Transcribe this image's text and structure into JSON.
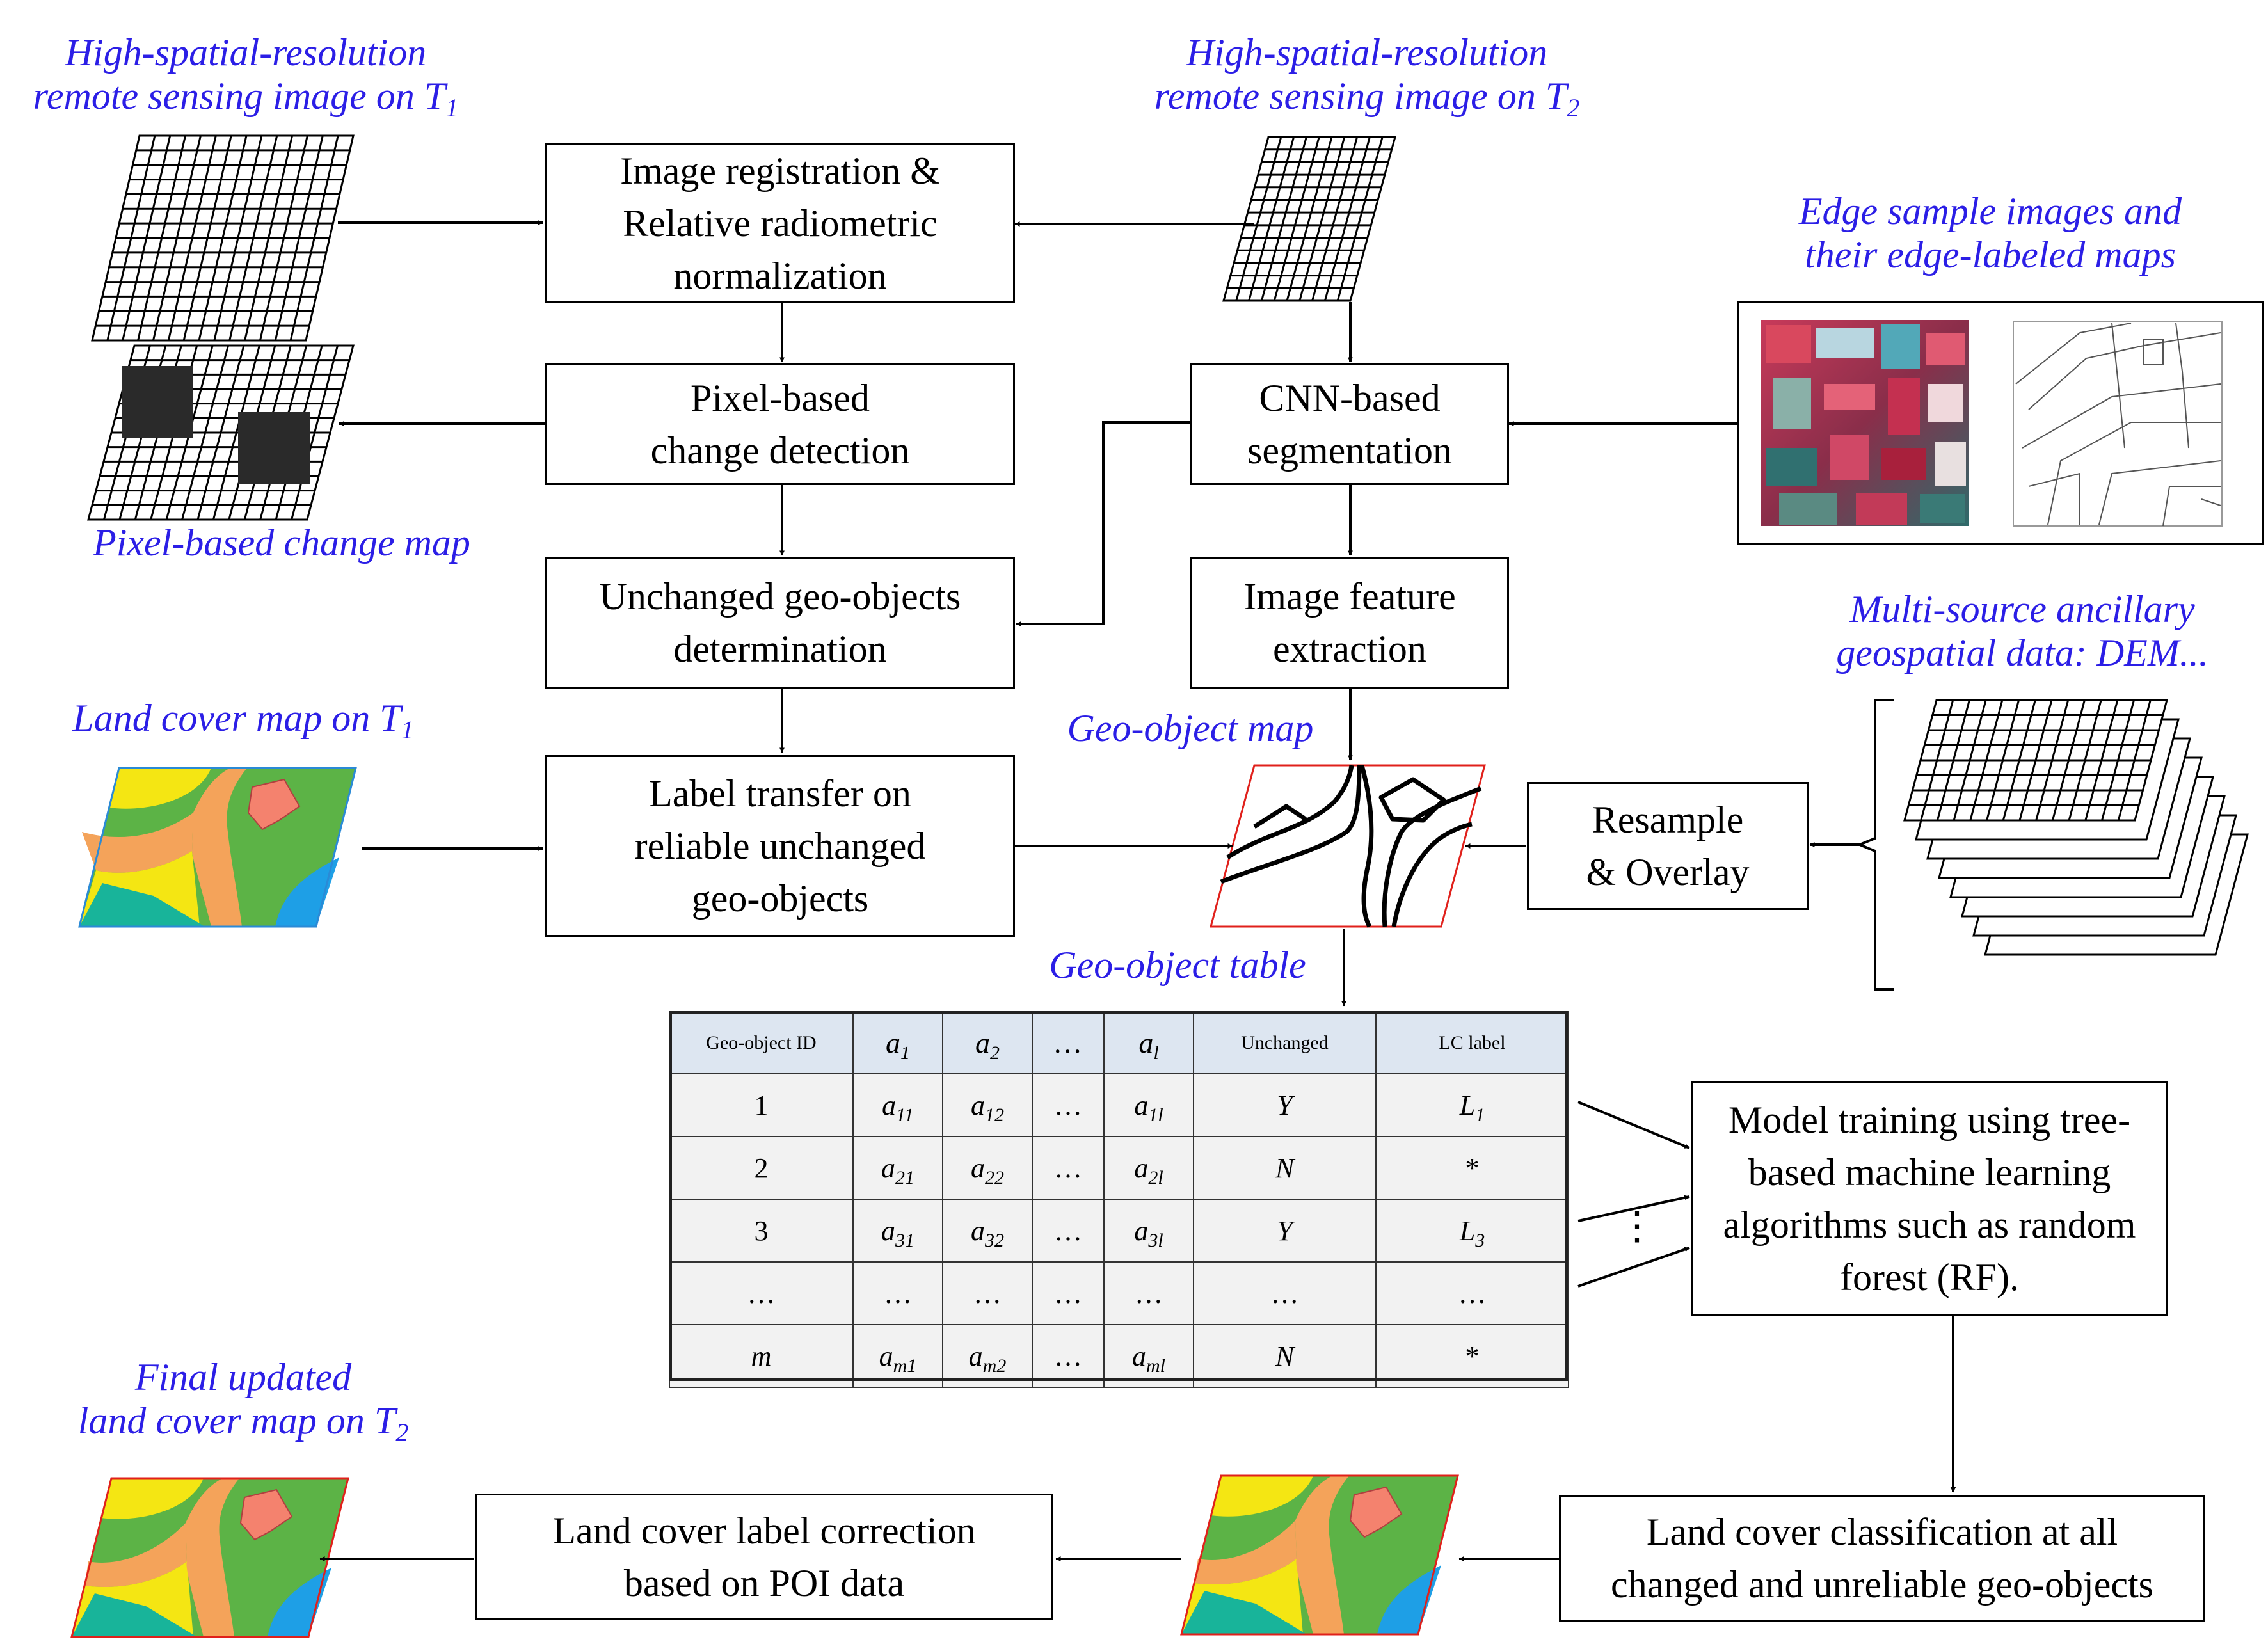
{
  "labels": {
    "t1_image": {
      "line1": "High-spatial-resolution",
      "line2": "remote sensing image on T",
      "sub": "1"
    },
    "t2_image": {
      "line1": "High-spatial-resolution",
      "line2": "remote sensing image on T",
      "sub": "2"
    },
    "edge_samples": {
      "line1": "Edge sample images and",
      "line2": "their edge-labeled maps"
    },
    "pixel_change_map": "Pixel-based change map",
    "land_cover_t1": {
      "text": "Land cover map on T",
      "sub": "1"
    },
    "geo_object_map": "Geo-object map",
    "ancillary": {
      "line1": "Multi-source ancillary",
      "line2": "geospatial data: DEM..."
    },
    "geo_object_table": "Geo-object table",
    "final_map": {
      "line1": "Final updated",
      "line2": "land cover map on T",
      "sub": "2"
    }
  },
  "boxes": {
    "registration": "Image registration &\nRelative radiometric\nnormalization",
    "pixel_detection": "Pixel-based\nchange detection",
    "cnn_segmentation": "CNN-based\nsegmentation",
    "unchanged_determination": "Unchanged geo-objects\ndetermination",
    "feature_extraction": "Image feature\nextraction",
    "label_transfer": "Label transfer on\nreliable unchanged\ngeo-objects",
    "resample": "Resample\n& Overlay",
    "model_training": "Model training using tree-\nbased machine learning\nalgorithms such as random\nforest (RF).",
    "lc_classification": "Land cover classification at all\nchanged and unreliable geo-objects",
    "label_correction": "Land cover label correction\nbased on POI data"
  },
  "table": {
    "headers": {
      "id": "Geo-object ID",
      "a1": "a",
      "a1_sub": "1",
      "a2": "a",
      "a2_sub": "2",
      "dots": "…",
      "al": "a",
      "al_sub": "l",
      "unchanged": "Unchanged",
      "lc": "LC label"
    },
    "rows": [
      {
        "id": "1",
        "a1": "a",
        "a1_sub": "11",
        "a2": "a",
        "a2_sub": "12",
        "dots": "…",
        "al": "a",
        "al_sub": "1l",
        "unchanged": "Y",
        "lc": "L",
        "lc_sub": "1"
      },
      {
        "id": "2",
        "a1": "a",
        "a1_sub": "21",
        "a2": "a",
        "a2_sub": "22",
        "dots": "…",
        "al": "a",
        "al_sub": "2l",
        "unchanged": "N",
        "lc": "*",
        "lc_sub": ""
      },
      {
        "id": "3",
        "a1": "a",
        "a1_sub": "31",
        "a2": "a",
        "a2_sub": "32",
        "dots": "…",
        "al": "a",
        "al_sub": "3l",
        "unchanged": "Y",
        "lc": "L",
        "lc_sub": "3"
      },
      {
        "id": "…",
        "a1": "…",
        "a1_sub": "",
        "a2": "…",
        "a2_sub": "",
        "dots": "…",
        "al": "…",
        "al_sub": "",
        "unchanged": "…",
        "lc": "…",
        "lc_sub": ""
      },
      {
        "id": "m",
        "a1": "a",
        "a1_sub": "m1",
        "a2": "a",
        "a2_sub": "m2",
        "dots": "…",
        "al": "a",
        "al_sub": "ml",
        "unchanged": "N",
        "lc": "*",
        "lc_sub": ""
      }
    ]
  },
  "vertical_dots": "⋮",
  "colors": {
    "label_text": "#2b1ee6",
    "map_yellow": "#f4e613",
    "map_green": "#5cb346",
    "map_orange": "#f4a35a",
    "map_salmon": "#f4826e",
    "map_blue": "#1e9fe6",
    "map_teal": "#18b49a",
    "geo_map_border": "#e0201b",
    "table_header": "#dde6f1",
    "table_body": "#f2f2f2"
  }
}
